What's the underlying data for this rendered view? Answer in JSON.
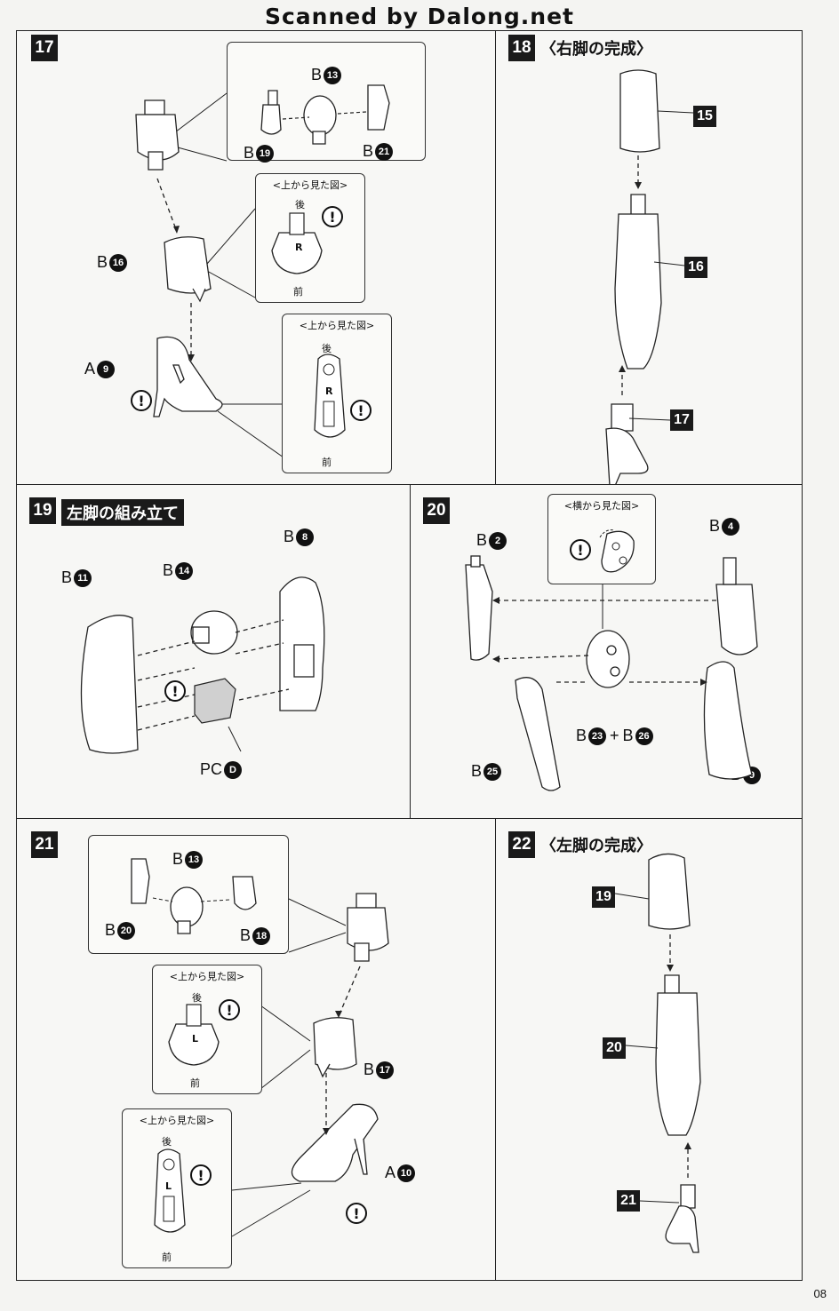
{
  "watermark": "Scanned by Dalong.net",
  "page_number": "08",
  "steps": {
    "s17": {
      "num": "17"
    },
    "s18": {
      "num": "18",
      "title": "〈右脚の完成〉",
      "labels": {
        "a": "15",
        "b": "16",
        "c": "17"
      }
    },
    "s19": {
      "num": "19",
      "title": "左脚の組み立て"
    },
    "s20": {
      "num": "20",
      "inset_title": "<横から見た図>",
      "plus": "+"
    },
    "s21": {
      "num": "21"
    },
    "s22": {
      "num": "22",
      "title": "〈左脚の完成〉",
      "labels": {
        "a": "19",
        "b": "20",
        "c": "21"
      }
    }
  },
  "inset_top_view": "<上から見た図>",
  "back": "後",
  "front": "前",
  "warn": "!",
  "letter_b": "B",
  "letter_a": "A",
  "letter_pc": "PC",
  "parts": {
    "p13": "13",
    "p19": "19",
    "p21": "21",
    "p16": "16",
    "p9": "9",
    "p11": "11",
    "p14": "14",
    "p8": "8",
    "pD": "D",
    "p2": "2",
    "p4": "4",
    "p23": "23",
    "p26": "26",
    "p25": "25",
    "p20": "20",
    "p18": "18",
    "p17": "17",
    "p10": "10"
  },
  "marks": {
    "R": "R",
    "L": "L"
  }
}
